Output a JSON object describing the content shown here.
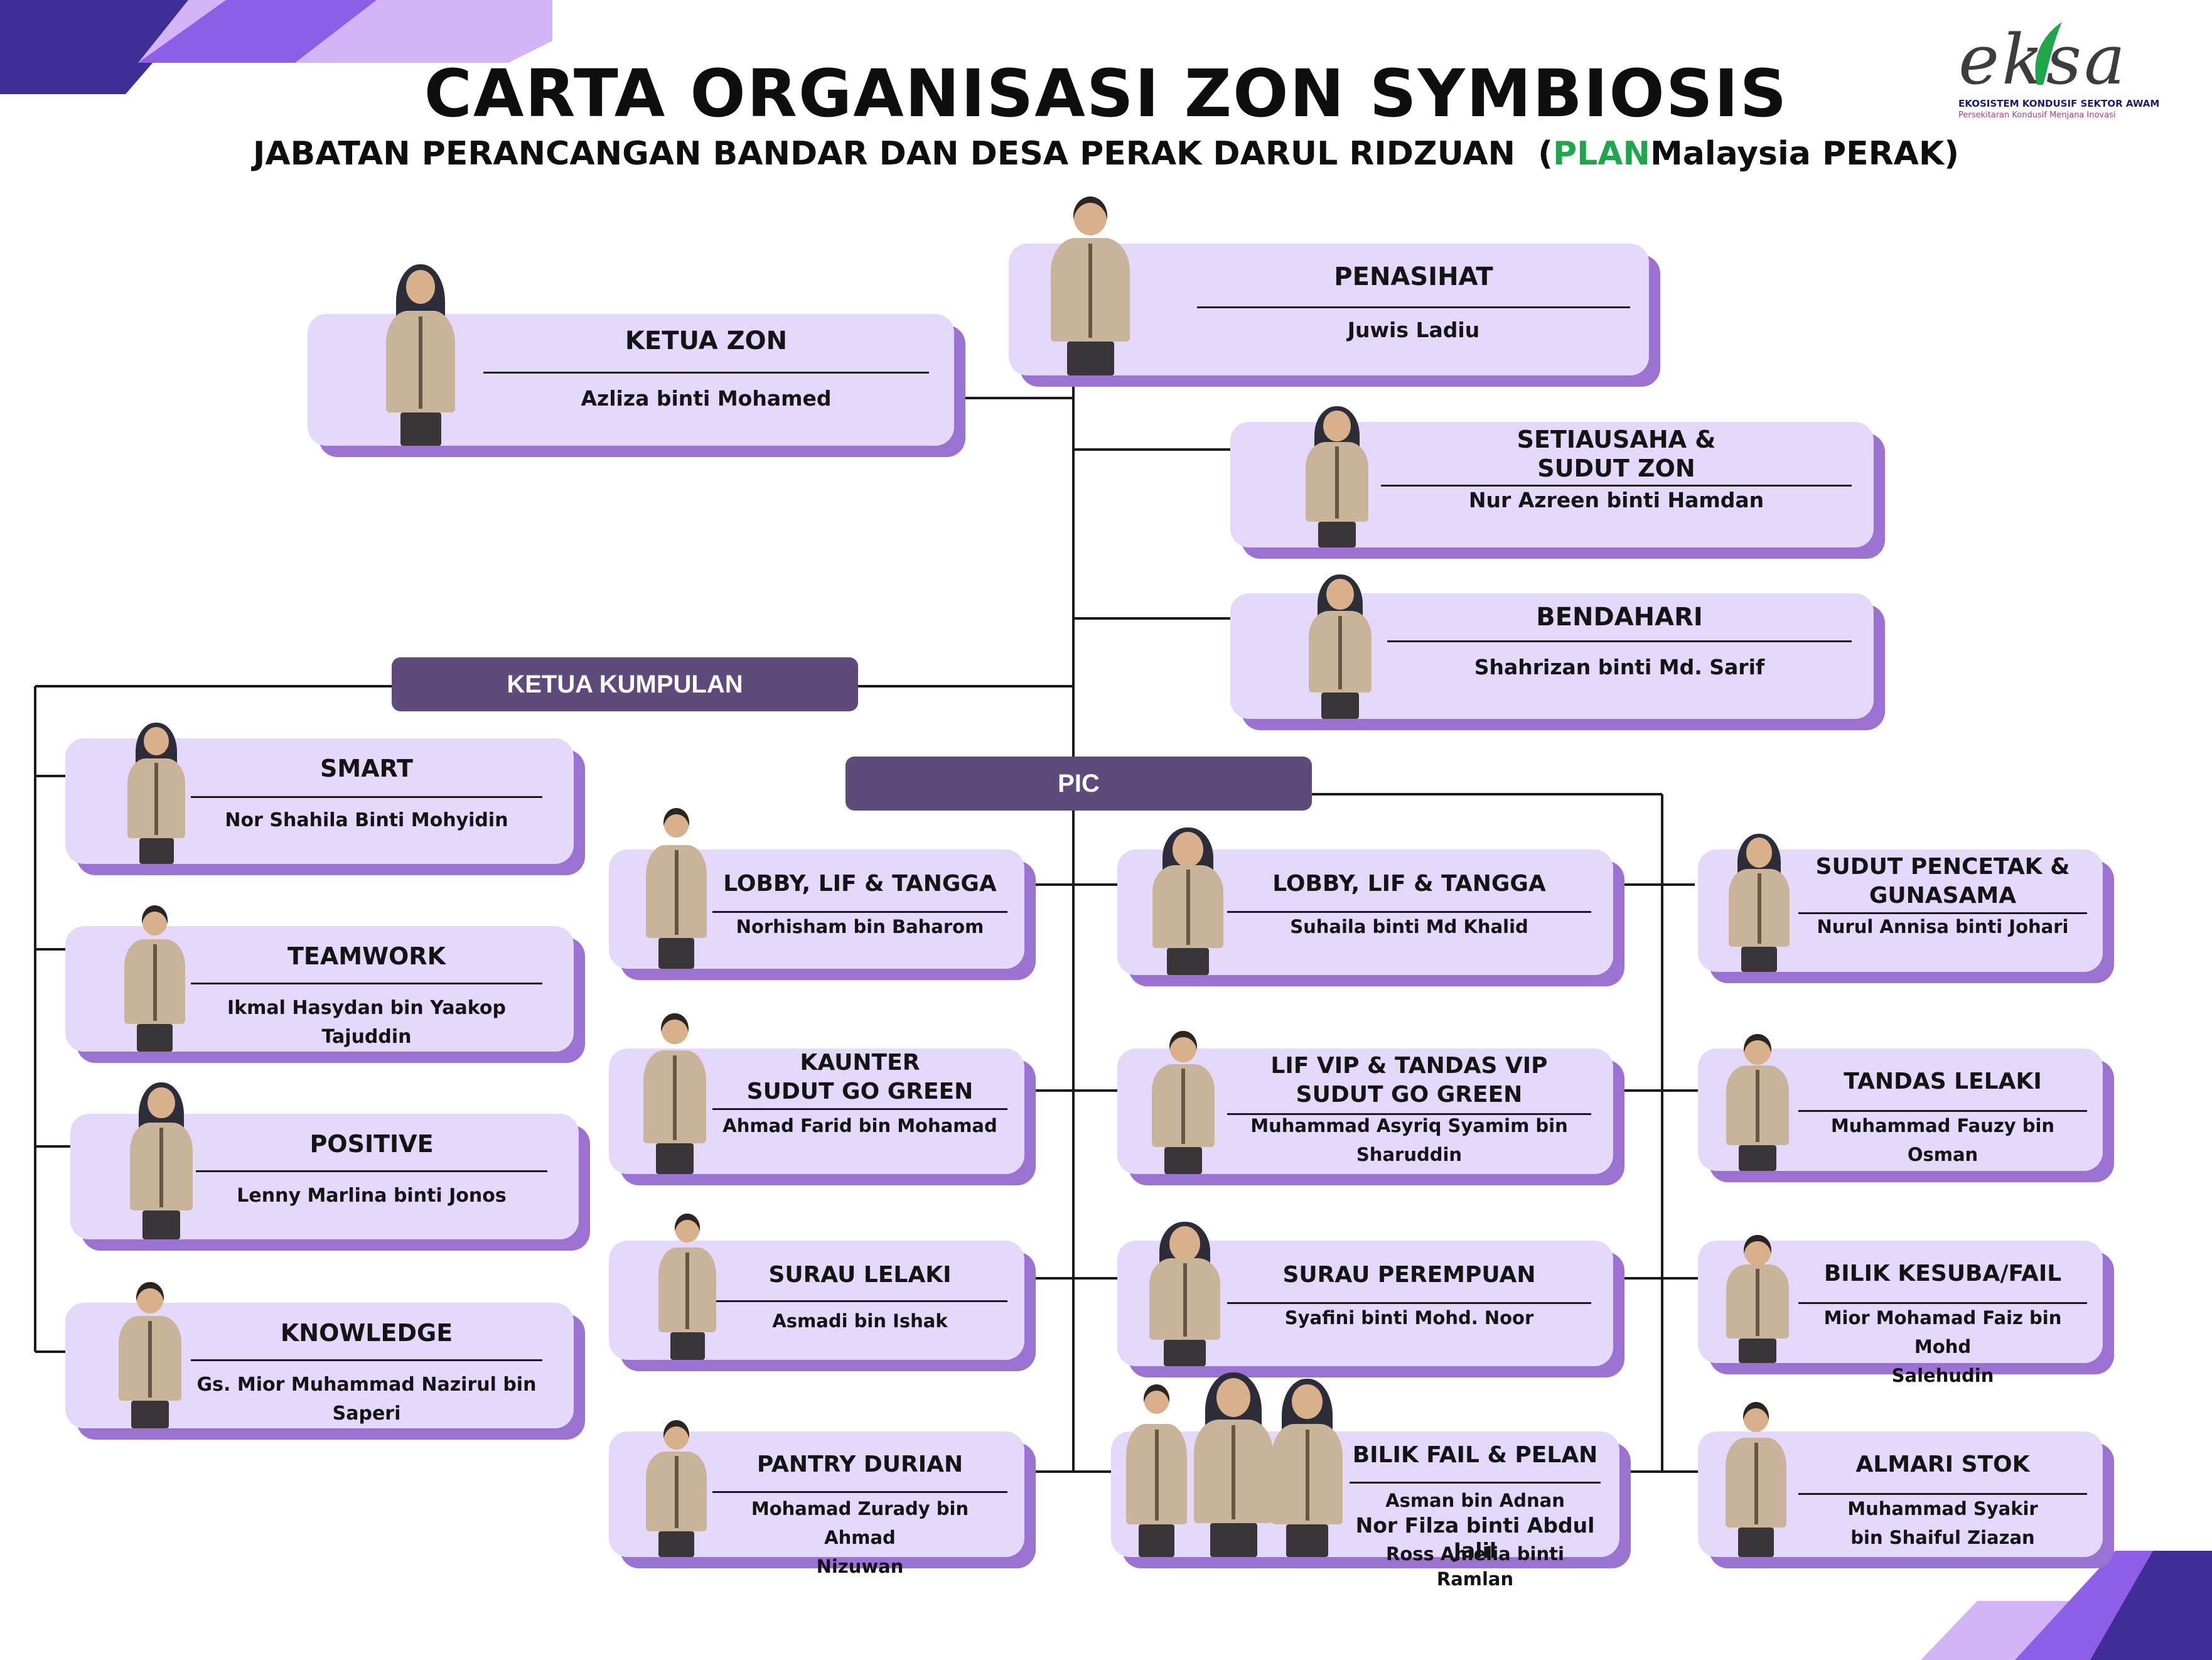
{
  "header": {
    "title": "CARTA ORGANISASI ZON SYMBIOSIS",
    "subtitle_main": "JABATAN PERANCANGAN BANDAR DAN DESA PERAK DARUL RIDZUAN  (",
    "subtitle_plan": "PLAN",
    "subtitle_rest": "Malaysia PERAK)"
  },
  "logo": {
    "wordmark": "eksa",
    "line1": "EKOSISTEM KONDUSIF SEKTOR AWAM",
    "line2": "Persekitaran Kondusif Menjana Inovasi"
  },
  "labels": {
    "ketua_kumpulan": "KETUA KUMPULAN",
    "pic": "PIC"
  },
  "cards": {
    "penasihat": {
      "title": "PENASIHAT",
      "name": "Juwis Ladiu"
    },
    "ketua_zon": {
      "title": "KETUA ZON",
      "name": "Azliza binti Mohamed"
    },
    "setiausaha": {
      "title": "SETIAUSAHA &\nSUDUT ZON",
      "name": "Nur Azreen binti Hamdan"
    },
    "bendahari": {
      "title": "BENDAHARI",
      "name": "Shahrizan binti Md. Sarif"
    },
    "smart": {
      "title": "SMART",
      "name": "Nor Shahila Binti Mohyidin"
    },
    "teamwork": {
      "title": "TEAMWORK",
      "name": "Ikmal Hasydan bin Yaakop Tajuddin"
    },
    "positive": {
      "title": "POSITIVE",
      "name": "Lenny Marlina binti Jonos"
    },
    "knowledge": {
      "title": "KNOWLEDGE",
      "name": "Gs. Mior Muhammad Nazirul bin Saperi"
    },
    "lobby1": {
      "title": "LOBBY, LIF & TANGGA",
      "name": "Norhisham bin Baharom"
    },
    "kaunter": {
      "title": "KAUNTER\nSUDUT GO GREEN",
      "name": "Ahmad Farid bin Mohamad"
    },
    "surau_lelaki": {
      "title": "SURAU LELAKI",
      "name": "Asmadi bin Ishak"
    },
    "pantry": {
      "title": "PANTRY DURIAN",
      "name": "Mohamad Zurady bin Ahmad\nNizuwan"
    },
    "lobby2": {
      "title": "LOBBY, LIF & TANGGA",
      "name": "Suhaila binti Md Khalid"
    },
    "lif_vip": {
      "title": "LIF VIP & TANDAS VIP\nSUDUT GO GREEN",
      "name": "Muhammad Asyriq Syamim bin\nSharuddin"
    },
    "surau_perempuan": {
      "title": "SURAU PEREMPUAN",
      "name": "Syafini binti Mohd. Noor"
    },
    "bilik_fail": {
      "title": "BILIK FAIL & PELAN",
      "name1": "Asman bin Adnan",
      "name2": "Nor Filza binti Abdul Jalil",
      "name3": "Ross Amelia binti Ramlan"
    },
    "sudut_pencetak": {
      "title": "SUDUT PENCETAK &\nGUNASAMA",
      "name": "Nurul Annisa binti Johari"
    },
    "tandas_lelaki": {
      "title": "TANDAS LELAKI",
      "name": "Muhammad Fauzy bin Osman"
    },
    "bilik_kesuba": {
      "title": "BILIK KESUBA/FAIL",
      "name": "Mior Mohamad Faiz bin Mohd\nSalehudin"
    },
    "almari": {
      "title": "ALMARI STOK",
      "name": "Muhammad Syakir\nbin Shaiful Ziazan"
    }
  },
  "colors": {
    "card_fill": "#e5d9fb",
    "card_shadow": "#9b72d2",
    "pill": "#5e4a7b",
    "plan_green": "#1fa64a",
    "corner_dark": "#3e2e96",
    "corner_mid": "#8e5ee6",
    "corner_light": "#d2b4f7"
  }
}
